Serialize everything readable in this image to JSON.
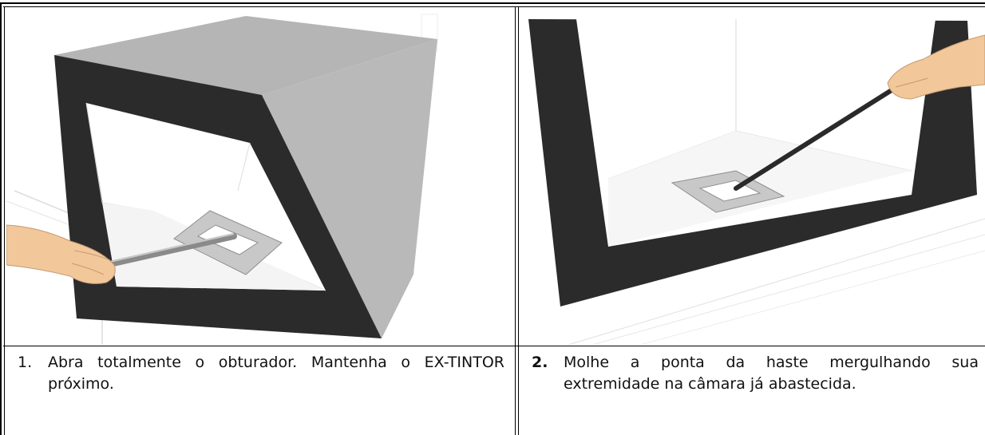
{
  "steps": [
    {
      "number": "1.",
      "number_bold": false,
      "text": "Abra totalmente o obturador. Mantenha o EX-TINTOR próximo.",
      "illustration": "fireplace-open-shutter-icon"
    },
    {
      "number": "2.",
      "number_bold": true,
      "text": "Molhe a ponta da haste mergulhando sua extremidade na câmara já abastecida.",
      "illustration": "fireplace-dip-rod-icon"
    }
  ],
  "colors": {
    "frame_dark": "#2b2b2b",
    "frame_side": "#b9b9b9",
    "plate": "#c8c8c8",
    "skin": "#f2c79a",
    "rod": "#8a8a8a"
  }
}
